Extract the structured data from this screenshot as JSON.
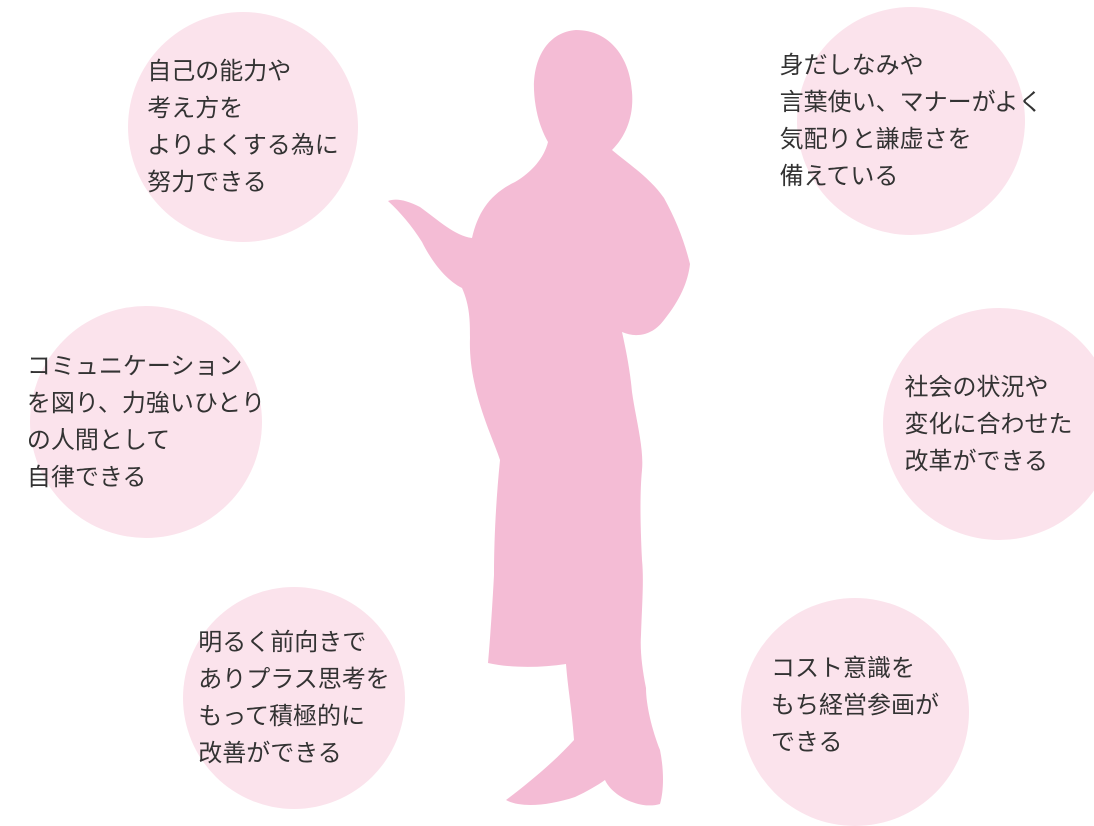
{
  "colors": {
    "circle_fill": "#fbe3ec",
    "figure_fill": "#f4bcd5",
    "text": "#333333"
  },
  "bubbles": [
    {
      "lines": [
        "自己の能力や",
        "考え方を",
        "よりよくする為に",
        "努力できる"
      ]
    },
    {
      "lines": [
        "身だしなみや",
        "言葉使い、マナーがよく",
        "気配りと謙虚さを",
        "備えている"
      ]
    },
    {
      "lines": [
        "コミュニケーション",
        "を図り、力強いひとり",
        "の人間として",
        "自律できる"
      ]
    },
    {
      "lines": [
        "社会の状況や",
        "変化に合わせた",
        "改革ができる"
      ]
    },
    {
      "lines": [
        "明るく前向きで",
        "ありプラス思考を",
        "もって積極的に",
        "改善ができる"
      ]
    },
    {
      "lines": [
        "コスト意識を",
        "もち経営参画が",
        "できる"
      ]
    }
  ]
}
